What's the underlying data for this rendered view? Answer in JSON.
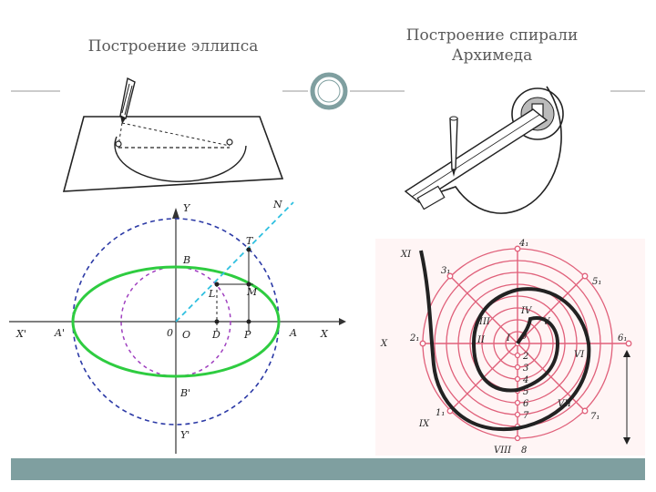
{
  "slide": {
    "title_left": "Построение эллипса",
    "title_right_line1": "Построение спирали",
    "title_right_line2": "Архимеда"
  },
  "ellipse_diagram": {
    "labels": {
      "y": "Y",
      "n": "N",
      "t": "T",
      "b": "B",
      "l": "L",
      "m": "M",
      "x_neg": "X'",
      "a_neg": "A'",
      "zero": "0",
      "o": "O",
      "d": "D",
      "p": "P",
      "a": "A",
      "x": "X",
      "b_neg": "B'",
      "y_neg": "Y'"
    }
  },
  "spiral_diagram": {
    "labels": {
      "xi": "XI",
      "four1": "4₁",
      "three1": "3₁",
      "five1": "5₁",
      "iv": "IV",
      "iii": "III",
      "v": "V",
      "ii": "II",
      "i": "I",
      "zero": "0",
      "x": "X",
      "two1": "2₁",
      "six1": "6₁",
      "vi": "VI",
      "n1": "2",
      "n2": "3",
      "n3": "4",
      "n4": "5",
      "n5": "6",
      "n6": "7",
      "vii": "VII",
      "seven1": "7₁",
      "ix": "IX",
      "one1": "1₁",
      "viii": "VIII",
      "eight": "8"
    }
  },
  "colors": {
    "title": "#5a5a5a",
    "bar": "#7f9fa0",
    "blue_dashed": "#2c3aa6",
    "green": "#2ecc40",
    "purple_dashed": "#a040c0",
    "cyan_dashed": "#30c0e0",
    "red": "#e0607a"
  }
}
